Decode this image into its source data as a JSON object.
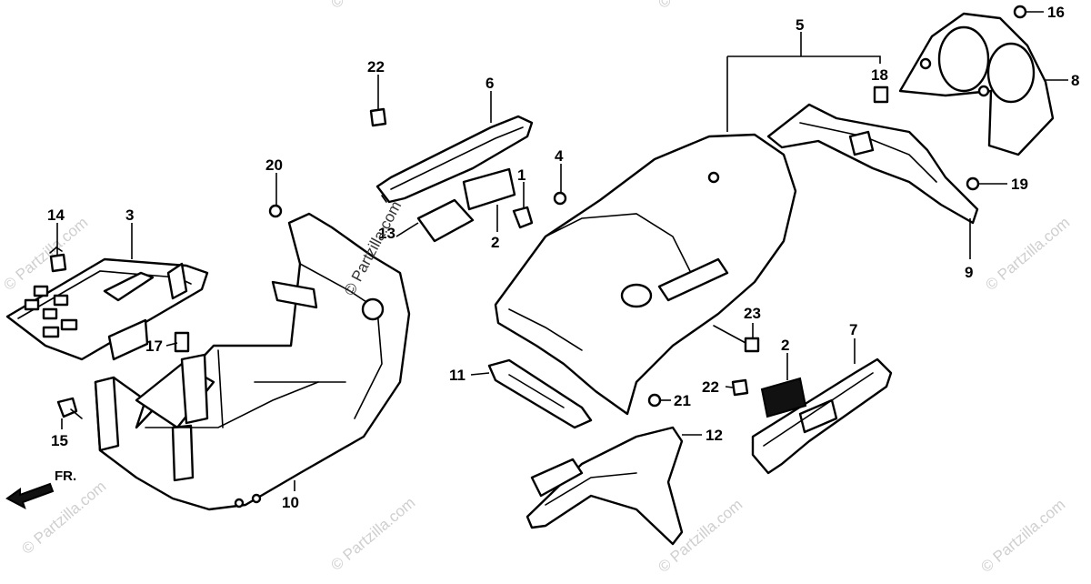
{
  "diagram": {
    "callouts": {
      "c1": "1",
      "c2a": "2",
      "c2b": "2",
      "c3": "3",
      "c4": "4",
      "c5": "5",
      "c6": "6",
      "c7": "7",
      "c8": "8",
      "c9": "9",
      "c10": "10",
      "c11": "11",
      "c12": "12",
      "c13": "13",
      "c14": "14",
      "c15": "15",
      "c16": "16",
      "c17": "17",
      "c18": "18",
      "c19": "19",
      "c20": "20",
      "c21": "21",
      "c22a": "22",
      "c22b": "22",
      "c23": "23"
    },
    "direction_label": "FR.",
    "watermark": "© Partzilla.com"
  }
}
